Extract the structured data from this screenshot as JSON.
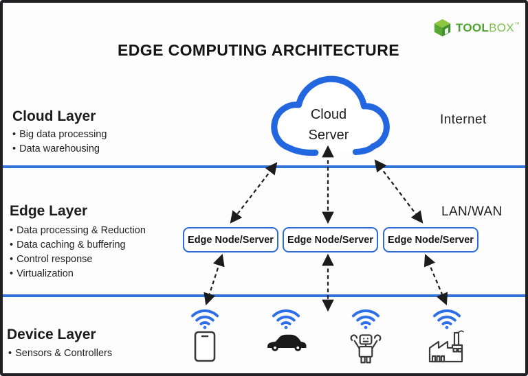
{
  "brand": {
    "cube_icon": "toolbox-cube-icon",
    "name_bold": "TOOL",
    "name_light": "BOX",
    "tm": "™"
  },
  "title": "EDGE COMPUTING ARCHITECTURE",
  "layers": {
    "cloud": {
      "heading": "Cloud Layer",
      "bullets": [
        "Big data processing",
        "Data warehousing"
      ],
      "side_label": "Internet"
    },
    "edge": {
      "heading": "Edge Layer",
      "bullets": [
        "Data processing & Reduction",
        "Data caching & buffering",
        "Control response",
        "Virtualization"
      ],
      "side_label": "LAN/WAN"
    },
    "device": {
      "heading": "Device Layer",
      "bullets": [
        "Sensors & Controllers"
      ]
    }
  },
  "cloud_node": {
    "line1": "Cloud",
    "line2": "Server"
  },
  "edge_nodes": [
    {
      "label": "Edge Node/Server"
    },
    {
      "label": "Edge Node/Server"
    },
    {
      "label": "Edge Node/Server"
    }
  ],
  "devices": [
    {
      "icon": "smartphone-icon"
    },
    {
      "icon": "car-icon"
    },
    {
      "icon": "robot-icon"
    },
    {
      "icon": "factory-icon"
    }
  ],
  "colors": {
    "accent_blue": "#2367e0",
    "separator_blue": "#3273d9",
    "box_border_blue": "#2b6cd9",
    "wifi_blue": "#2e6ee8",
    "arrow_black": "#1c1c1c",
    "brand_green": "#4ea32f"
  }
}
